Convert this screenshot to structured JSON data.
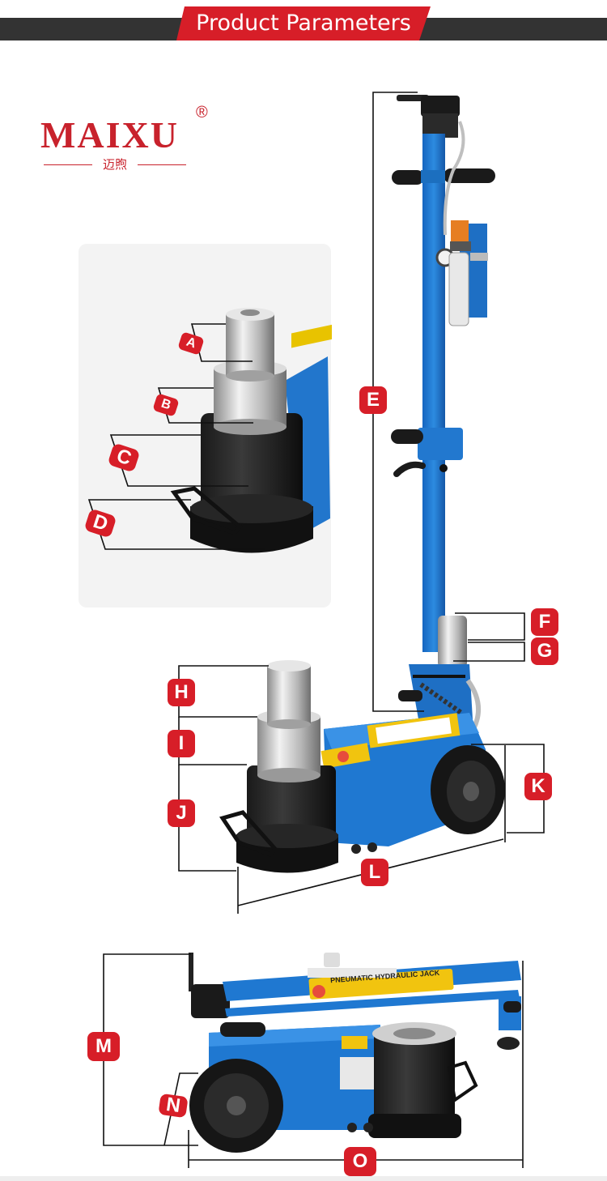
{
  "header": {
    "title": "Product Parameters"
  },
  "brand": {
    "name": "MAIXU",
    "registered": "®",
    "chinese": "迈煦"
  },
  "labels": {
    "A": "A",
    "B": "B",
    "C": "C",
    "D": "D",
    "E": "E",
    "F": "F",
    "G": "G",
    "H": "H",
    "I": "I",
    "J": "J",
    "K": "K",
    "L": "L",
    "M": "M",
    "N": "N",
    "O": "O"
  },
  "product": {
    "nameplate": "PNEUMATIC HYDRAULIC JACK"
  },
  "colors": {
    "accent": "#d71e28",
    "banner_dark": "#333333",
    "jack_blue": "#1f78d1",
    "black": "#111111",
    "steel": "#c9c9c9"
  }
}
